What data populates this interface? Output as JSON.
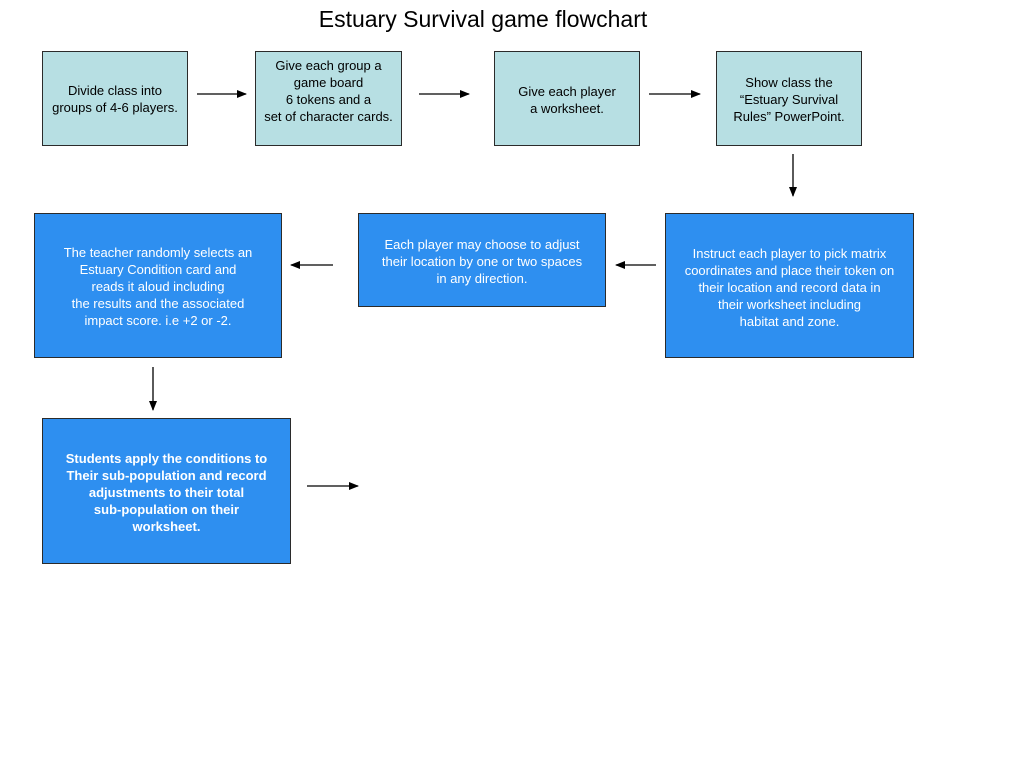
{
  "title": "Estuary Survival game flowchart",
  "colors": {
    "light_box": "#b7dfe3",
    "dark_box": "#2e8ff0"
  },
  "steps": [
    {
      "lines": [
        "Divide class into",
        "groups of 4-6 players."
      ]
    },
    {
      "lines": [
        "Give each group a",
        "game board",
        "6 tokens and a",
        "set of character cards."
      ]
    },
    {
      "lines": [
        "Give each player",
        "a worksheet."
      ]
    },
    {
      "lines": [
        "Show class the",
        "“Estuary Survival",
        "Rules”  PowerPoint."
      ]
    },
    {
      "lines": [
        "Instruct each player to pick matrix",
        "coordinates and place their token on",
        "their location and record data in",
        "their worksheet including",
        "habitat and zone."
      ]
    },
    {
      "lines": [
        "Each player may choose to adjust",
        "their location by one or two spaces",
        "in any direction."
      ]
    },
    {
      "lines": [
        "The teacher randomly selects an",
        "Estuary Condition card and",
        "reads it aloud including",
        "the results and the associated",
        "impact score. i.e +2 or -2."
      ]
    },
    {
      "lines": [
        "Students apply the conditions to",
        "Their sub-population and record",
        "adjustments to their total",
        "sub-population on their",
        "worksheet."
      ]
    }
  ]
}
